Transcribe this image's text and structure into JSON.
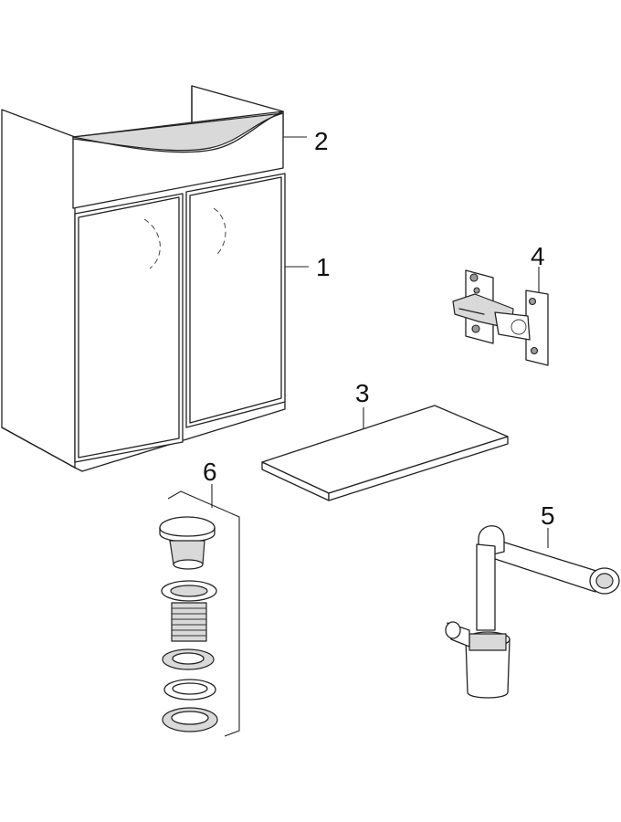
{
  "callouts": {
    "vanity_unit": "1",
    "washbasin": "2",
    "shelf": "3",
    "hinge": "4",
    "siphon": "5",
    "drain_valve": "6"
  }
}
